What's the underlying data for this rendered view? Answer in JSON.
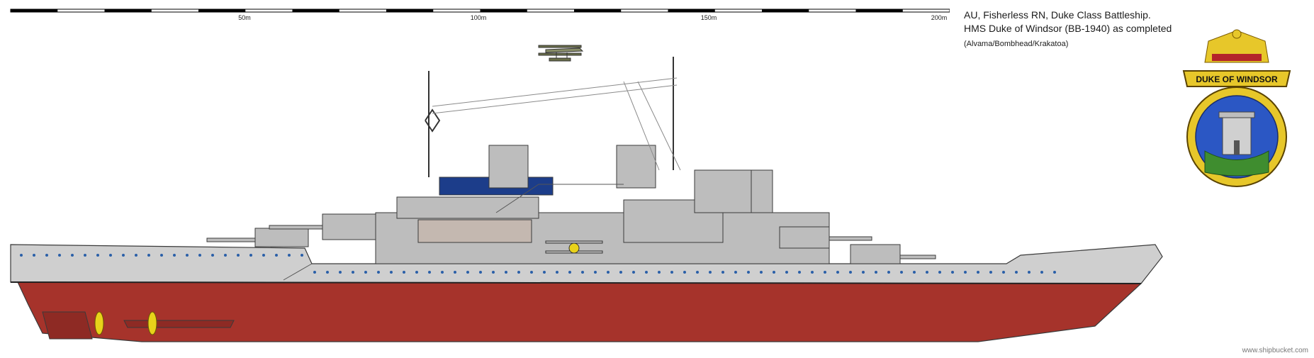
{
  "scale_bar": {
    "labels": [
      "50m",
      "100m",
      "150m",
      "200m"
    ]
  },
  "title": {
    "line1": "AU, Fisherless RN, Duke Class Battleship.",
    "line2": "HMS Duke of Windsor (BB-1940) as completed",
    "credits": "(Alvama/Bombhead/Krakatoa)"
  },
  "crest": {
    "ribbon_text": "DUKE OF WINDSOR"
  },
  "watermark": "www.shipbucket.com",
  "colors": {
    "hull_upper": "#cfcfcf",
    "hull_lower": "#a6332b",
    "superstructure": "#bdbdbd",
    "outline": "#3a3a3a",
    "porthole": "#2a5fa8",
    "propeller": "#e8d21a",
    "crest_gold": "#e7c72a",
    "crest_blue": "#2b57c4",
    "crest_green": "#3f8d2f"
  }
}
